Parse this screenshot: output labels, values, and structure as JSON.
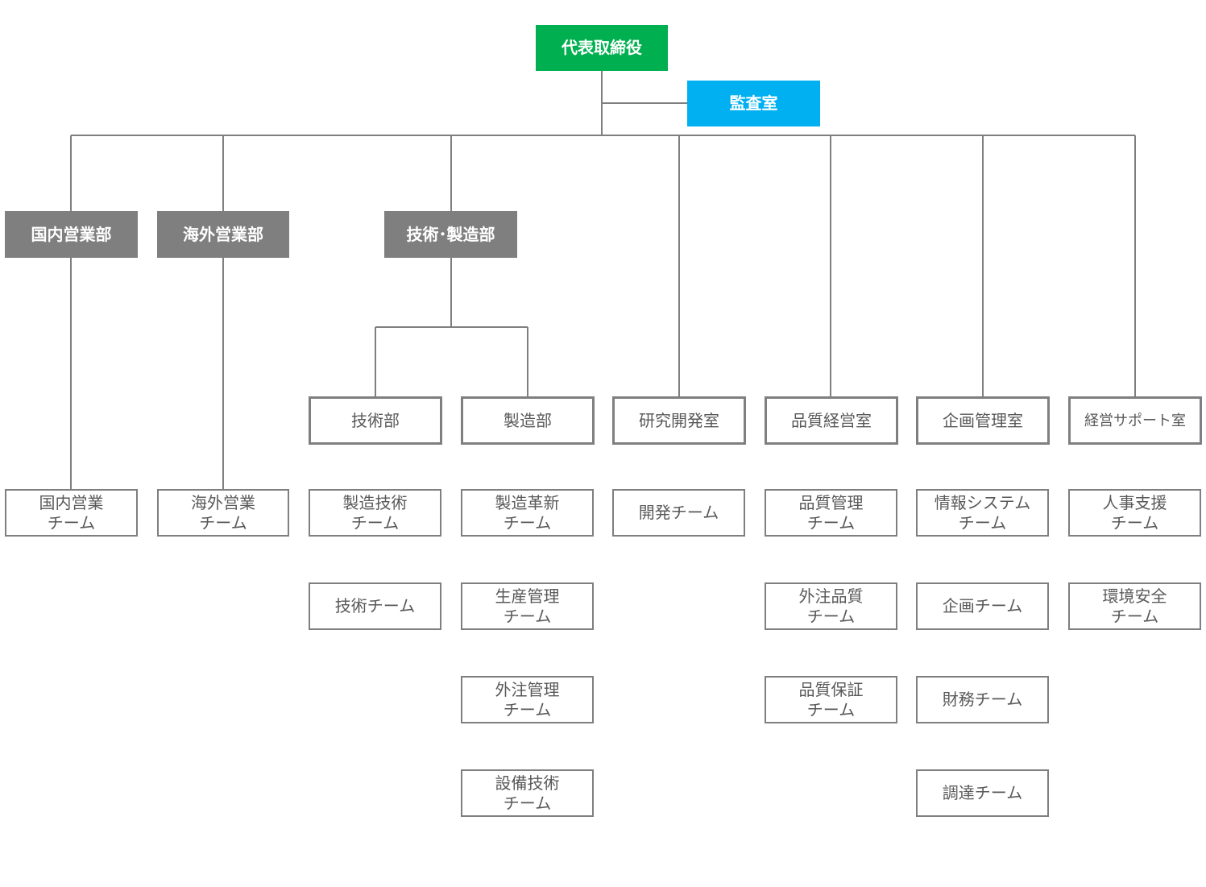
{
  "ceo": "代表取締役",
  "audit": "監査室",
  "divisions": {
    "domestic_sales": "国内営業部",
    "overseas_sales": "海外営業部",
    "tech_mfg": "技術･製造部"
  },
  "departments": {
    "tech": "技術部",
    "mfg": "製造部",
    "rnd": "研究開発室",
    "quality": "品質経営室",
    "planning": "企画管理室",
    "support": "経営サポート室"
  },
  "teams": {
    "domestic_sales": [
      "国内営業",
      "チーム"
    ],
    "overseas_sales": [
      "海外営業",
      "チーム"
    ],
    "mfg_tech": [
      "製造技術",
      "チーム"
    ],
    "tech": [
      "技術チーム"
    ],
    "mfg_innovation": [
      "製造革新",
      "チーム"
    ],
    "production_mgmt": [
      "生産管理",
      "チーム"
    ],
    "outsourcing_mgmt": [
      "外注管理",
      "チーム"
    ],
    "equipment_tech": [
      "設備技術",
      "チーム"
    ],
    "development": [
      "開発チーム"
    ],
    "quality_mgmt": [
      "品質管理",
      "チーム"
    ],
    "outsourced_quality": [
      "外注品質",
      "チーム"
    ],
    "quality_assurance": [
      "品質保証",
      "チーム"
    ],
    "info_systems": [
      "情報システム",
      "チーム"
    ],
    "planning": [
      "企画チーム"
    ],
    "finance": [
      "財務チーム"
    ],
    "procurement": [
      "調達チーム"
    ],
    "hr_support": [
      "人事支援",
      "チーム"
    ],
    "environment_safety": [
      "環境安全",
      "チーム"
    ]
  },
  "colors": {
    "ceo": "#00b050",
    "audit": "#00b0f0",
    "division": "#7f7f7f",
    "line": "#7f7f7f",
    "text": "#595959"
  }
}
